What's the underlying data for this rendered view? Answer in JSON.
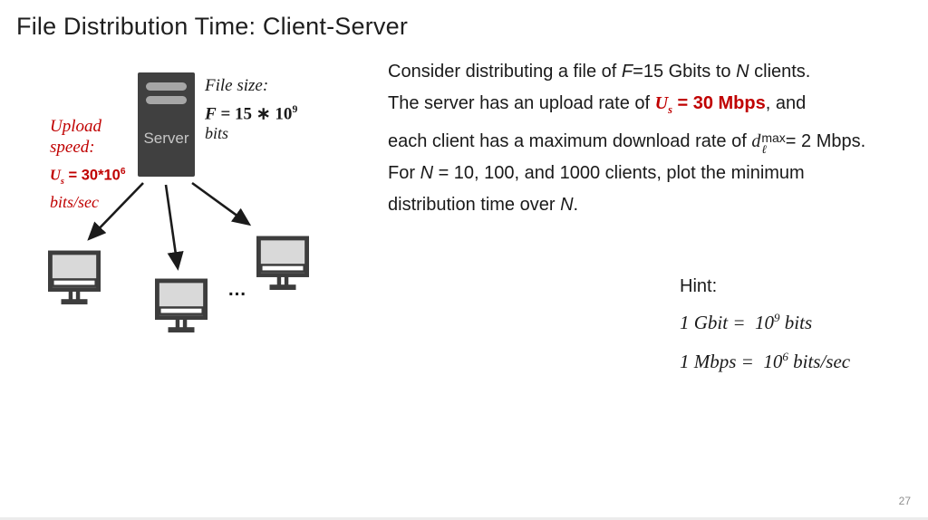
{
  "slide": {
    "title": "File Distribution Time: Client-Server",
    "page_number": "27"
  },
  "colors": {
    "accent_red": "#C00000",
    "server_body": "#404040",
    "server_slot": "#A6A6A6",
    "monitor_frame": "#3D3D3D",
    "monitor_screen": "#D9D9D9",
    "body_text": "#1A1A1A",
    "page_number_gray": "#8F8F8F"
  },
  "diagram": {
    "server_text": "Server",
    "upload_label": {
      "line1": "Upload",
      "line2": "speed:",
      "var": "U",
      "var_sub": "s",
      "eq": " = 30*10",
      "exp": "6",
      "unit": "bits/sec"
    },
    "file_label": {
      "title": "File size:",
      "var": "F",
      "eq": " = 15 ∗ 10",
      "exp": "9",
      "unit": "bits"
    },
    "ellipsis": "…"
  },
  "problem": {
    "line1": {
      "pre": "Consider distributing a file of ",
      "var1": "F",
      "mid": "=15 Gbits to ",
      "var2": "N",
      "post": " clients."
    },
    "line2": {
      "pre": "The server has an upload rate of ",
      "var": "U",
      "var_sub": "s",
      "red_rest": " = 30 Mbps",
      "post": ", and"
    },
    "line3": {
      "pre": "each client has a maximum download rate of ",
      "var": "d",
      "sup": "max",
      "sub": "ℓ",
      "post": "= 2 Mbps."
    },
    "line4": {
      "pre": "For ",
      "var": "N",
      "post": " = 10, 100, and 1000 clients, plot the minimum"
    },
    "line5": {
      "pre": "distribution time over ",
      "var": "N",
      "post": "."
    }
  },
  "hint": {
    "title": "Hint:",
    "line1": {
      "pre": "1 Gbit =  10",
      "exp": "9",
      "post": " bits"
    },
    "line2": {
      "pre": "1 Mbps =  10",
      "exp": "6",
      "post": " bits/sec"
    }
  }
}
